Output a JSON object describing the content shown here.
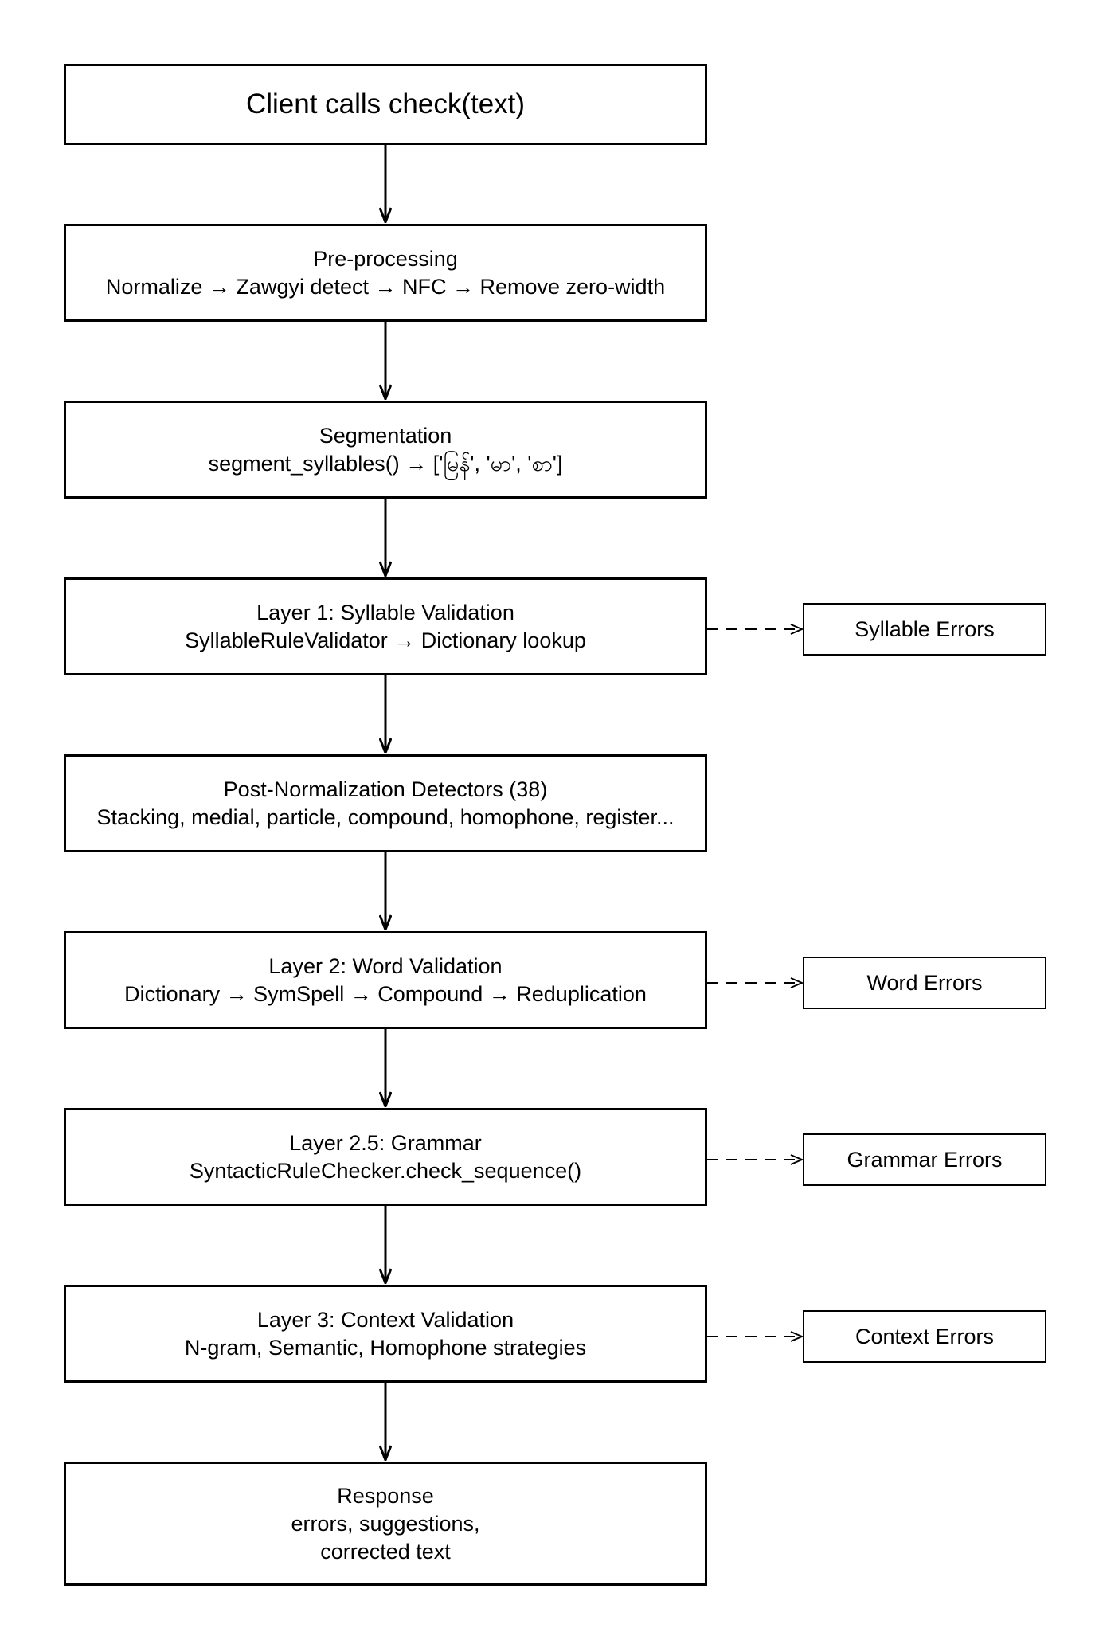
{
  "flow": {
    "steps": [
      {
        "lines": [
          "Client calls check(text)"
        ]
      },
      {
        "lines": [
          "Pre-processing",
          "Normalize → Zawgyi detect → NFC → Remove zero-width"
        ]
      },
      {
        "lines": [
          "Segmentation",
          "segment_syllables() → ['မြန်', 'မာ', 'စာ']"
        ]
      },
      {
        "lines": [
          "Layer 1: Syllable Validation",
          "SyllableRuleValidator → Dictionary lookup"
        ]
      },
      {
        "lines": [
          "Post-Normalization Detectors (38)",
          "Stacking, medial, particle, compound, homophone, register..."
        ]
      },
      {
        "lines": [
          "Layer 2: Word Validation",
          "Dictionary → SymSpell → Compound → Reduplication"
        ]
      },
      {
        "lines": [
          "Layer 2.5: Grammar",
          "SyntacticRuleChecker.check_sequence()"
        ]
      },
      {
        "lines": [
          "Layer 3: Context Validation",
          "N-gram, Semantic, Homophone strategies"
        ]
      },
      {
        "lines": [
          "Response",
          "errors, suggestions,",
          "corrected text"
        ]
      }
    ],
    "error_outputs": [
      {
        "label": "Syllable Errors"
      },
      {
        "label": "Word Errors"
      },
      {
        "label": "Grammar Errors"
      },
      {
        "label": "Context Errors"
      }
    ]
  },
  "colors": {
    "stroke": "#000000",
    "background": "#ffffff"
  }
}
